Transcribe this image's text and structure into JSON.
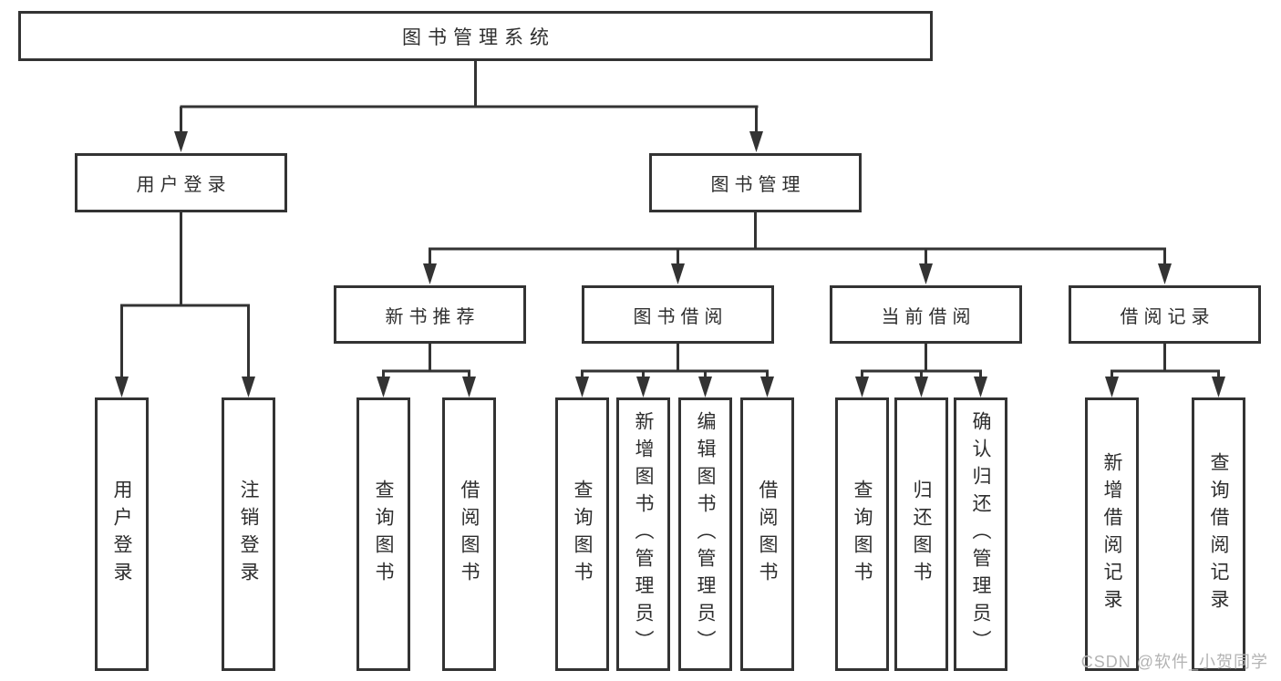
{
  "diagram": {
    "type": "hierarchy",
    "nodes": {
      "root": {
        "label": "图书管理系统"
      },
      "user_login": {
        "label": "用户登录"
      },
      "book_mgmt": {
        "label": "图书管理"
      },
      "leaf_user_login": {
        "label": "用户登录"
      },
      "leaf_logout": {
        "label": "注销登录"
      },
      "new_book_rec": {
        "label": "新书推荐"
      },
      "book_borrow": {
        "label": "图书借阅"
      },
      "current_borrow": {
        "label": "当前借阅"
      },
      "borrow_records": {
        "label": "借阅记录"
      },
      "nbr_query_books": {
        "label": "查询图书"
      },
      "nbr_borrow_books": {
        "label": "借阅图书"
      },
      "bb_query_books": {
        "label": "查询图书"
      },
      "bb_add_books": {
        "label": "新增图书（管理员）"
      },
      "bb_edit_books": {
        "label": "编辑图书（管理员）"
      },
      "bb_borrow_books": {
        "label": "借阅图书"
      },
      "cb_query_books": {
        "label": "查询图书"
      },
      "cb_return_books": {
        "label": "归还图书"
      },
      "cb_confirm_return": {
        "label": "确认归还（管理员）"
      },
      "br_add_record": {
        "label": "新增借阅记录"
      },
      "br_query_record": {
        "label": "查询借阅记录"
      }
    },
    "edges": [
      [
        "图书管理系统",
        "用户登录"
      ],
      [
        "图书管理系统",
        "图书管理"
      ],
      [
        "用户登录",
        "用户登录"
      ],
      [
        "用户登录",
        "注销登录"
      ],
      [
        "图书管理",
        "新书推荐"
      ],
      [
        "图书管理",
        "图书借阅"
      ],
      [
        "图书管理",
        "当前借阅"
      ],
      [
        "图书管理",
        "借阅记录"
      ],
      [
        "新书推荐",
        "查询图书"
      ],
      [
        "新书推荐",
        "借阅图书"
      ],
      [
        "图书借阅",
        "查询图书"
      ],
      [
        "图书借阅",
        "新增图书（管理员）"
      ],
      [
        "图书借阅",
        "编辑图书（管理员）"
      ],
      [
        "图书借阅",
        "借阅图书"
      ],
      [
        "当前借阅",
        "查询图书"
      ],
      [
        "当前借阅",
        "归还图书"
      ],
      [
        "当前借阅",
        "确认归还（管理员）"
      ],
      [
        "借阅记录",
        "新增借阅记录"
      ],
      [
        "借阅记录",
        "查询借阅记录"
      ]
    ]
  },
  "watermark": {
    "text": "CSDN @软件_小贺同学"
  },
  "colors": {
    "line": "#333333",
    "box_border": "#333333",
    "text": "#2e2e2e",
    "watermark": "#b3b3b3",
    "background": "#ffffff"
  }
}
